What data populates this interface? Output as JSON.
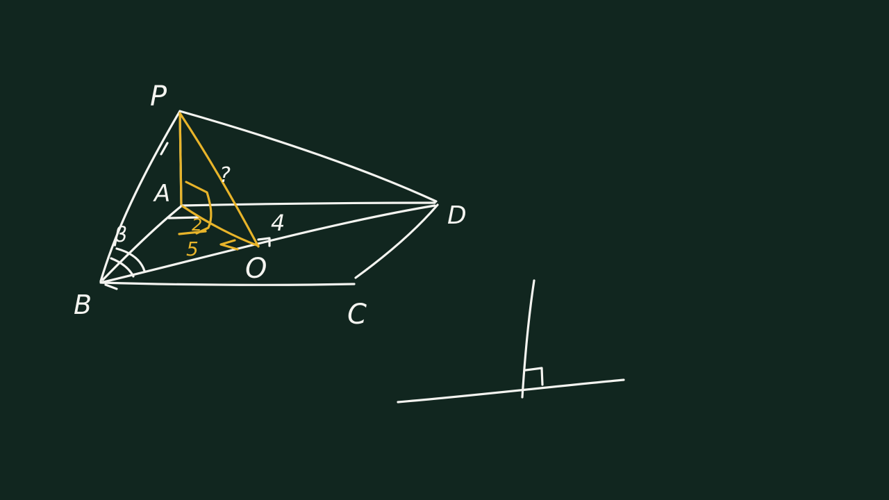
{
  "board": {
    "background": "#11261f",
    "chalk_white": "#f4f4f0",
    "chalk_yellow": "#e8b42a"
  },
  "labels": {
    "P": "P",
    "A": "A",
    "B": "B",
    "C": "C",
    "D": "D",
    "O": "O",
    "angle": "β",
    "edge_question": "?",
    "edge_four": "4"
  },
  "yellow_fraction": {
    "numerator": "2",
    "denominator": "5"
  }
}
